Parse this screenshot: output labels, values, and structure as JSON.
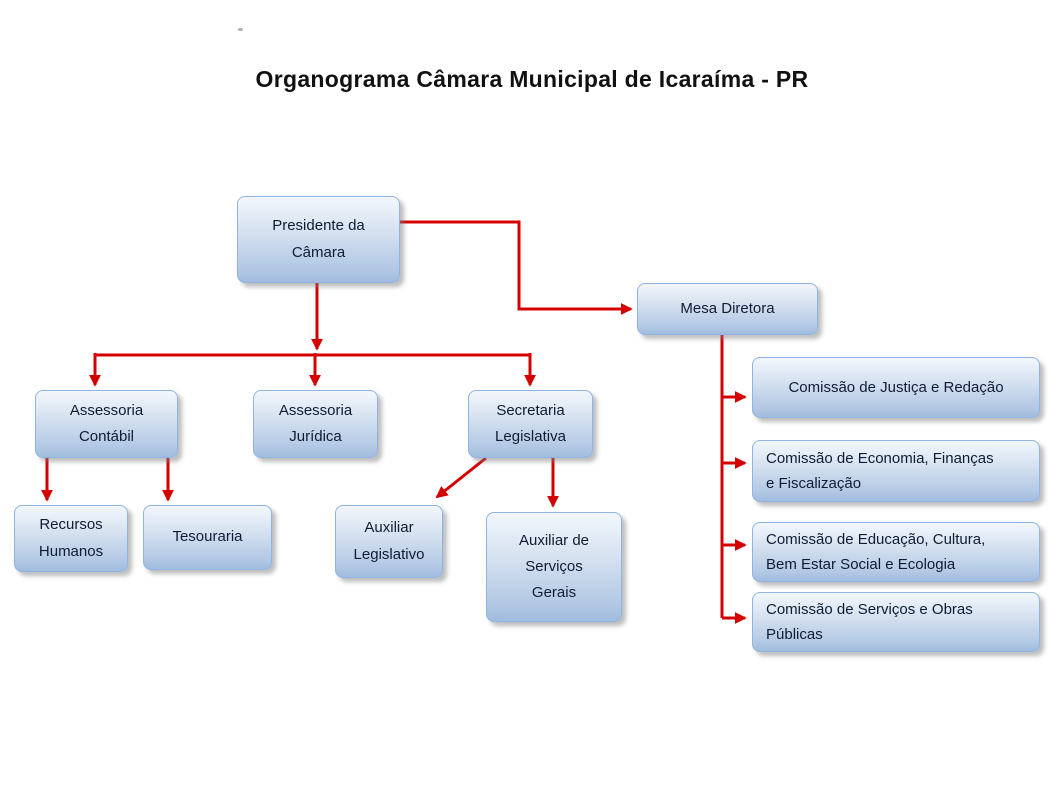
{
  "title": "Organograma Câmara Municipal de Icaraíma - PR",
  "colors": {
    "connector_red": "#d40000",
    "node_border": "#8eb4e3",
    "node_fill_top": "#f3f7fc",
    "node_fill_bottom": "#a2bcde",
    "node_text": "#101c33",
    "background": "#ffffff"
  },
  "nodes": {
    "presidente": {
      "label": "Presidente da Câmara"
    },
    "mesa_diretora": {
      "label": "Mesa Diretora"
    },
    "assessoria_contabil": {
      "label": "Assessoria Contábil"
    },
    "assessoria_juridica": {
      "label": "Assessoria Jurídica"
    },
    "secretaria_legislativa": {
      "label": "Secretaria Legislativa"
    },
    "recursos_humanos": {
      "label": "Recursos Humanos"
    },
    "tesouraria": {
      "label": "Tesouraria"
    },
    "auxiliar_legislativo": {
      "label": "Auxiliar Legislativo"
    },
    "auxiliar_servicos_gerais": {
      "label": "Auxiliar de Serviços Gerais"
    },
    "comissao_justica": {
      "label": "Comissão de Justiça e Redação"
    },
    "comissao_economia": {
      "label": "Comissão de Economia, Finanças e Fiscalização"
    },
    "comissao_educacao": {
      "label": "Comissão de Educação, Cultura, Bem Estar Social e Ecologia"
    },
    "comissao_servicos": {
      "label": "Comissão de Serviços e Obras Públicas"
    }
  },
  "edges": [
    {
      "from": "presidente",
      "to": "mesa_diretora"
    },
    {
      "from": "presidente",
      "to": "assessoria_contabil"
    },
    {
      "from": "presidente",
      "to": "assessoria_juridica"
    },
    {
      "from": "presidente",
      "to": "secretaria_legislativa"
    },
    {
      "from": "assessoria_contabil",
      "to": "recursos_humanos"
    },
    {
      "from": "assessoria_contabil",
      "to": "tesouraria"
    },
    {
      "from": "secretaria_legislativa",
      "to": "auxiliar_legislativo"
    },
    {
      "from": "secretaria_legislativa",
      "to": "auxiliar_servicos_gerais"
    },
    {
      "from": "mesa_diretora",
      "to": "comissao_justica"
    },
    {
      "from": "mesa_diretora",
      "to": "comissao_economia"
    },
    {
      "from": "mesa_diretora",
      "to": "comissao_educacao"
    },
    {
      "from": "mesa_diretora",
      "to": "comissao_servicos"
    }
  ]
}
